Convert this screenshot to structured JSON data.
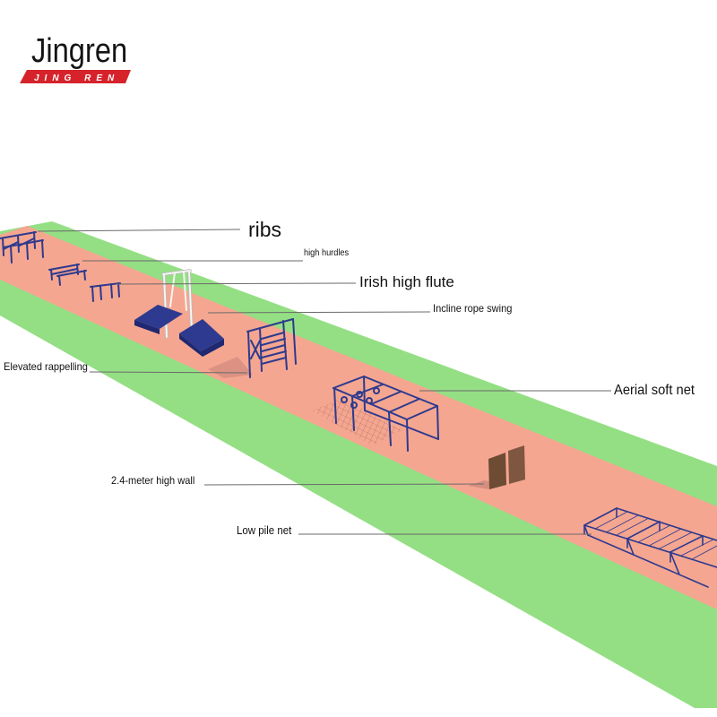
{
  "logo": {
    "name": "Jingren",
    "tagline": "JING REN"
  },
  "labels": {
    "ribs": "ribs",
    "high_hurdles": "high hurdles",
    "irish_high_flute": "Irish high flute",
    "incline_rope_swing": "Incline rope swing",
    "elevated_rappelling": "Elevated rappelling",
    "aerial_soft_net": "Aerial soft net",
    "high_wall": "2.4-meter high wall",
    "low_pile_net": "Low pile net"
  },
  "colors": {
    "background": "#ffffff",
    "field": "#94df84",
    "track": "#f5a690",
    "equipment": "#2d3a8f",
    "equipment_dark": "#1f2870",
    "swing_frame": "#f4f4f4",
    "wall": "#6e4b33",
    "shadow": "#c9857a",
    "leader_line": "#6a6a6a",
    "logo_banner": "#d6232b"
  }
}
